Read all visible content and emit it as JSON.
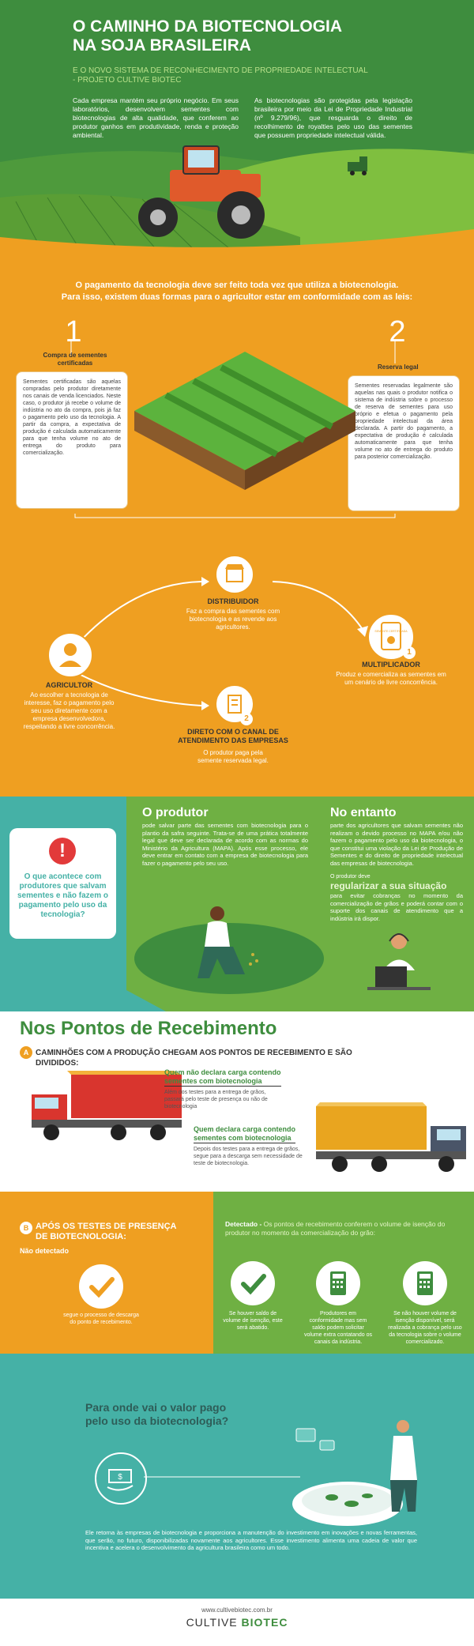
{
  "header": {
    "title_line1": "O CAMINHO DA BIOTECNOLOGIA",
    "title_line2": "NA SOJA BRASILEIRA",
    "subtitle_line1": "E O NOVO SISTEMA DE RECONHECIMENTO DE PROPRIEDADE INTELECTUAL",
    "subtitle_line2": "- PROJETO CULTIVE BIOTEC",
    "intro_left": "Cada empresa mantém seu próprio negócio. Em seus laboratórios, desenvolvem sementes com biotecnologias de alta qualidade, que conferem ao produtor ganhos em produtividade, renda e proteção ambiental.",
    "intro_right": "As biotecnologias são protegidas pela legislação brasileira por meio da Lei de Propriedade Industrial (nº 9.279/96), que resguarda o direito de recolhimento de royalties pelo uso das sementes que possuem propriedade intelectual válida."
  },
  "payment": {
    "heading_line1": "O pagamento da tecnologia deve ser feito toda vez que  utiliza a biotecnologia.",
    "heading_line2": "Para isso, existem duas formas para o agricultor estar em conformidade com as leis:",
    "option1_number": "1",
    "option1_title_line1": "Compra de sementes",
    "option1_title_line2": "certificadas",
    "option1_text": "Sementes certificadas são aquelas compradas pelo produtor diretamente nos canais de venda licenciados. Neste caso, o produtor já recebe o volume de indústria no ato da compra, pois já faz o pagamento pelo uso da tecnologia. A partir da compra, a expectativa de produção é calculada automaticamente para que tenha volume no ato de entrega do produto para comercialização.",
    "option2_number": "2",
    "option2_title": "Reserva legal",
    "option2_text": "Sementes reservadas legalmente são aquelas nas quais o produtor notifica o sistema de indústria sobre o processo de reserva de sementes para uso próprio e efetua o pagamento pela propriedade intelectual da área declarada. A partir do pagamento, a expectativa de produção é calculada automaticamente para que tenha volume no ato de entrega do produto para posterior comercialização."
  },
  "flow": {
    "distribuidor_title": "DISTRIBUIDOR",
    "distribuidor_text": "Faz a compra das sementes com biotecnologia e as revende aos agricultores.",
    "agricultor_title": "AGRICULTOR",
    "agricultor_text": "Ao escolher a tecnologia de interesse, faz o pagamento pelo seu uso diretamente com a empresa desenvolvedora, respeitando a livre concorrência.",
    "multiplicador_badge": "1",
    "multiplicador_title": "MULTIPLICADOR",
    "multiplicador_text": "Produz e comercializa as sementes em um cenário de livre concorrência.",
    "direto_badge": "2",
    "direto_title_line1": "DIRETO COM O CANAL DE",
    "direto_title_line2": "ATENDIMENTO DAS EMPRESAS",
    "direto_text": "O produtor paga pela semente reservada legal.",
    "seed_bag_label": "SEMENTE CERTIFICADA"
  },
  "question": {
    "text": "O que acontece com produtores que salvam sementes e não fazem o pagamento pelo uso da tecnologia?",
    "produtor_title": "O produtor",
    "produtor_text": "pode salvar parte das sementes com biotecnologia para o plantio da safra seguinte. Trata-se de uma prática totalmente legal que deve ser declarada de acordo com as normas do Ministério da Agricultura (MAPA). Após esse processo, ele deve entrar em contato com a empresa de biotecnologia para fazer o pagamento pelo seu uso.",
    "noentanto_title": "No entanto",
    "noentanto_text": "parte dos agricultores que salvam sementes não realizam o devido processo no MAPA e/ou não fazem o pagamento pelo uso da biotecnologia, o que constitui uma violação da Lei de Produção de Sementes e do direito de propriedade intelectual das empresas de biotecnologia.",
    "regularizar_pre": "O produtor deve",
    "regularizar_title": "regularizar a sua situação",
    "regularizar_text": "para evitar cobranças no momento da comercialização de grãos e poderá contar com o suporte dos canais de atendimento que a indústria irá dispor."
  },
  "receiving": {
    "title": "Nos Pontos de Recebimento",
    "a_badge": "A",
    "a_line1": "CAMINHÕES COM A PRODUÇÃO CHEGAM AOS PONTOS DE RECEBIMENTO E SÃO",
    "a_line2": "DIVIDIDOS:",
    "nodecl_line1": "Quem não declara carga contendo",
    "nodecl_line2": "sementes com biotecnologia",
    "nodecl_text": "Além dos testes para a entrega de grãos, passará pelo teste de presença ou não de biotecnologia",
    "decl_line1": "Quem declara carga contendo",
    "decl_line2": "sementes com biotecnologia",
    "decl_text": "Depois dos testes para a entrega de grãos, segue para a descarga sem necessidade de teste de biotecnologia."
  },
  "tests": {
    "b_badge": "B",
    "b_line1": "APÓS OS TESTES DE PRESENÇA",
    "b_line2": "DE BIOTECNOLOGIA:",
    "nao_detectado": "Não detectado",
    "nao_text": "segue o processo de descarga do ponto de recebimento.",
    "detectado_title": "Detectado -",
    "detectado_text": "Os pontos de recebimento conferem o volume de isenção do produtor no momento da comercialização do grão:",
    "case1": "Se houver saldo de volume de isenção, este será abatido.",
    "case2": "Produtores em conformidade mas sem saldo podem solicitar volume extra contatando os canais da indústria.",
    "case3": "Se não houver volume de isenção disponível, será realizada a cobrança pelo uso da tecnologia sobre o volume comercializado."
  },
  "value": {
    "question_line1": "Para onde vai o valor pago",
    "question_line2": "pelo uso da biotecnologia?",
    "text": "Ele retorna às empresas de biotecnologia e proporciona a manutenção do investimento em inovações e novas ferramentas, que serão, no futuro, disponibilizadas novamente aos agricultores. Esse investimento alimenta uma cadeia de valor que incentiva e acelera o desenvolvimento da agricultura brasileira como um todo."
  },
  "footer": {
    "url": "www.cultivebiotec.com.br",
    "brand_left": "CULTIVE ",
    "brand_right": "BIOTEC"
  },
  "colors": {
    "green": "#3e8d3e",
    "light_green": "#6fb043",
    "orange": "#ef9f21",
    "teal": "#45b1a6",
    "red": "#e23a3a"
  }
}
